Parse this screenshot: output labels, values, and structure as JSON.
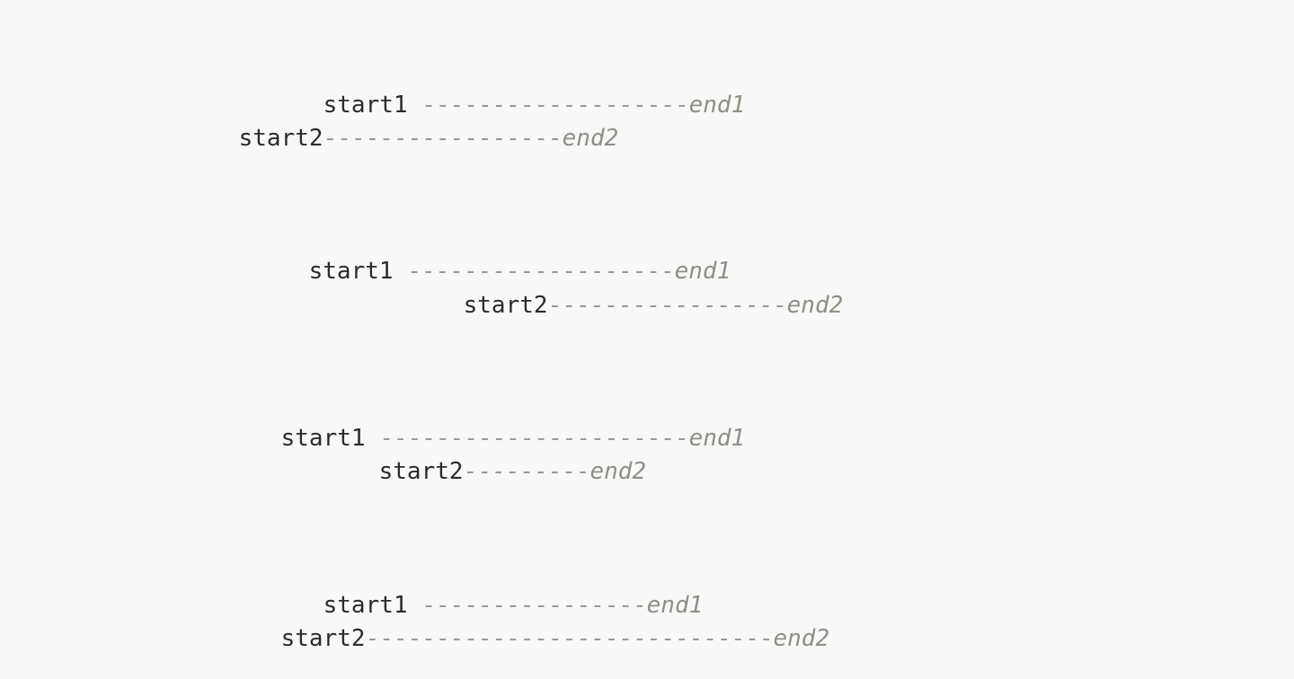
{
  "colors": {
    "background": "#f8f8f8",
    "start_text": "#2b2b2b",
    "dash": "#9a9a8e",
    "end_text": "#8f8f85"
  },
  "groups": [
    {
      "row1": {
        "start": "start1",
        "dashes": " -------------------",
        "end": "end1"
      },
      "row2": {
        "start": "start2",
        "dashes": "-----------------",
        "end": "end2"
      }
    },
    {
      "row1": {
        "start": "start1",
        "dashes": " -------------------",
        "end": "end1"
      },
      "row2": {
        "start": "start2",
        "dashes": "-----------------",
        "end": "end2"
      }
    },
    {
      "row1": {
        "start": "start1",
        "dashes": " ----------------------",
        "end": "end1"
      },
      "row2": {
        "start": "start2",
        "dashes": "---------",
        "end": "end2"
      }
    },
    {
      "row1": {
        "start": "start1",
        "dashes": " ----------------",
        "end": "end1"
      },
      "row2": {
        "start": "start2",
        "dashes": "-----------------------------",
        "end": "end2"
      }
    }
  ]
}
